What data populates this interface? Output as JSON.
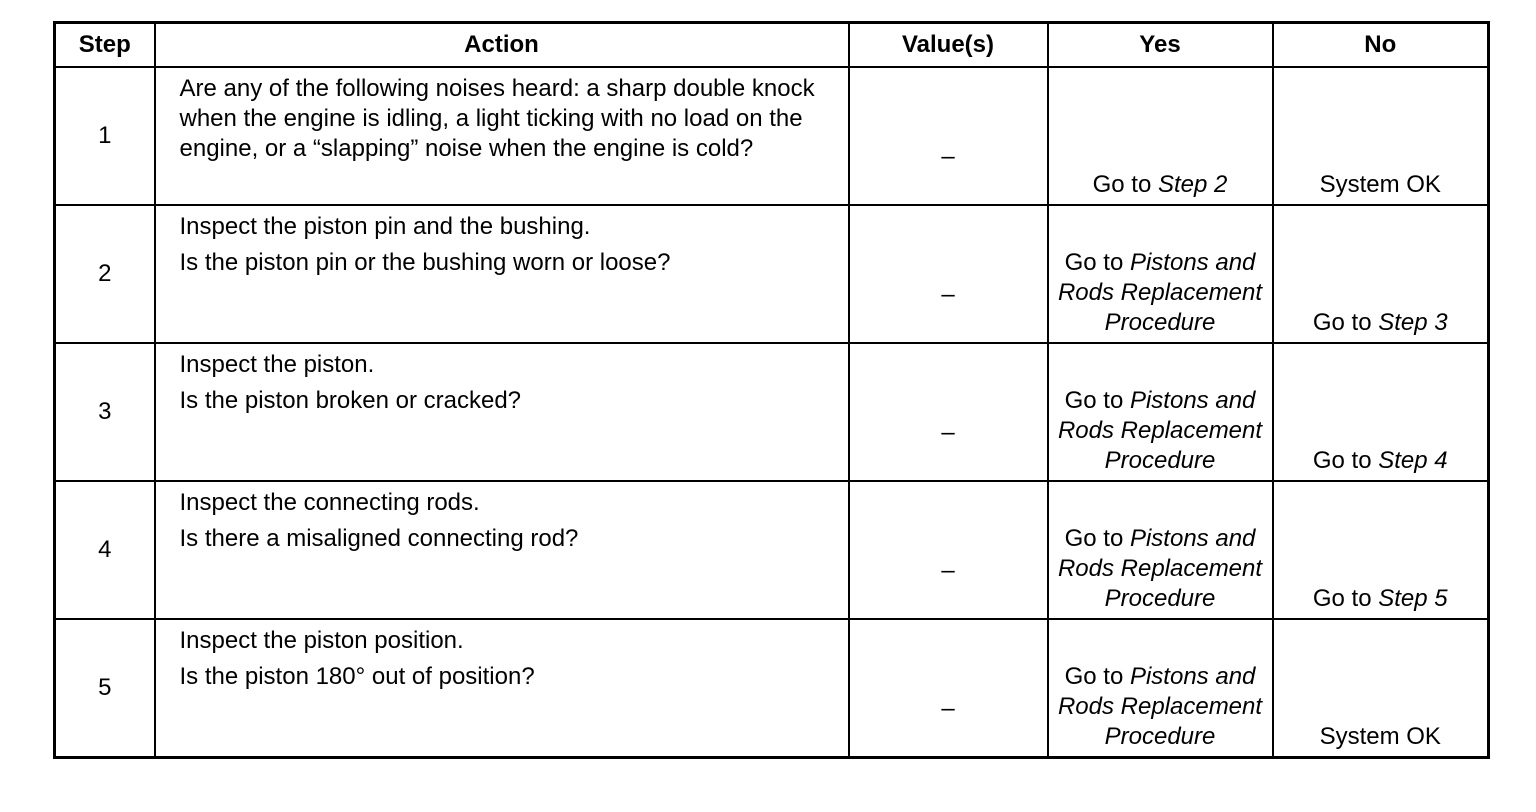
{
  "table": {
    "headers": {
      "step": "Step",
      "action": "Action",
      "values": "Value(s)",
      "yes": "Yes",
      "no": "No"
    },
    "rows": [
      {
        "step": "1",
        "action": [
          "Are any of the following noises heard: a sharp double knock when the engine is idling, a light ticking with no load on the engine, or a “slapping” noise when the engine is cold?"
        ],
        "values": "–",
        "yes": {
          "prefix": "Go to ",
          "ref": "Step 2"
        },
        "no": {
          "prefix": "System OK",
          "ref": ""
        }
      },
      {
        "step": "2",
        "action": [
          "Inspect the piston pin and the bushing.",
          "Is the piston pin or the bushing worn or loose?"
        ],
        "values": "–",
        "yes": {
          "prefix": "Go to ",
          "ref": "Pistons and Rods Replacement Procedure"
        },
        "no": {
          "prefix": "Go to ",
          "ref": "Step 3"
        }
      },
      {
        "step": "3",
        "action": [
          "Inspect the piston.",
          "Is the piston broken or cracked?"
        ],
        "values": "–",
        "yes": {
          "prefix": "Go to ",
          "ref": "Pistons and Rods Replacement Procedure"
        },
        "no": {
          "prefix": "Go to ",
          "ref": "Step 4"
        }
      },
      {
        "step": "4",
        "action": [
          "Inspect the connecting rods.",
          "Is there a misaligned connecting rod?"
        ],
        "values": "–",
        "yes": {
          "prefix": "Go to ",
          "ref": "Pistons and Rods Replacement Procedure"
        },
        "no": {
          "prefix": "Go to ",
          "ref": "Step 5"
        }
      },
      {
        "step": "5",
        "action": [
          "Inspect the piston position.",
          "Is the piston 180° out of position?"
        ],
        "values": "–",
        "yes": {
          "prefix": "Go to ",
          "ref": "Pistons and Rods Replacement Procedure"
        },
        "no": {
          "prefix": "System OK",
          "ref": ""
        }
      }
    ]
  }
}
